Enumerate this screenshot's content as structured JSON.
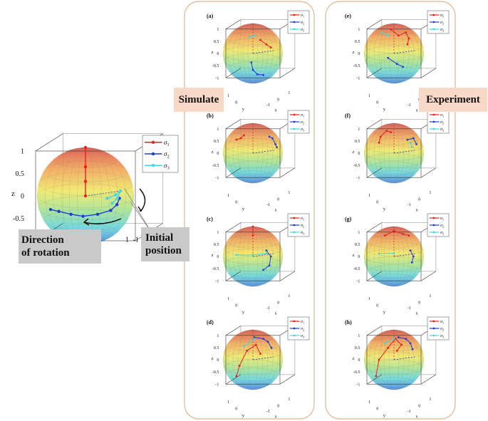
{
  "labels": {
    "simulate": "Simulate",
    "experiment": "Experiment",
    "direction_line1": "Direction",
    "direction_line2": "of rotation",
    "initial_line1": "Initial",
    "initial_line2": "position"
  },
  "legend": {
    "entries": [
      "σ1",
      "σ2",
      "σ3"
    ],
    "sym": "σ",
    "subs": [
      "1",
      "2",
      "3"
    ],
    "colors": [
      "#e8201c",
      "#1f3bd6",
      "#3fd7e6"
    ]
  },
  "axes": {
    "x": "x",
    "y": "y",
    "z": "z",
    "ticks_z": [
      "1",
      "0.5",
      "0",
      "-0.5",
      "-1"
    ],
    "ticks_main_x": [
      "1"
    ],
    "ticks_main_y": [
      "-1",
      "0"
    ],
    "small_x_ticks": [
      "-1",
      "0",
      "1"
    ],
    "small_y_ticks": [
      "1",
      "0",
      "-1"
    ]
  },
  "panel_letters": {
    "simulate": [
      "(a)",
      "(b)",
      "(c)",
      "(d)"
    ],
    "experiment": [
      "(e)",
      "(f)",
      "(g)",
      "(h)"
    ]
  },
  "colors": {
    "group_border": "#e3b48e",
    "tag_fill": "#f8d9c7",
    "gray_tag": "#c9c9c9"
  }
}
